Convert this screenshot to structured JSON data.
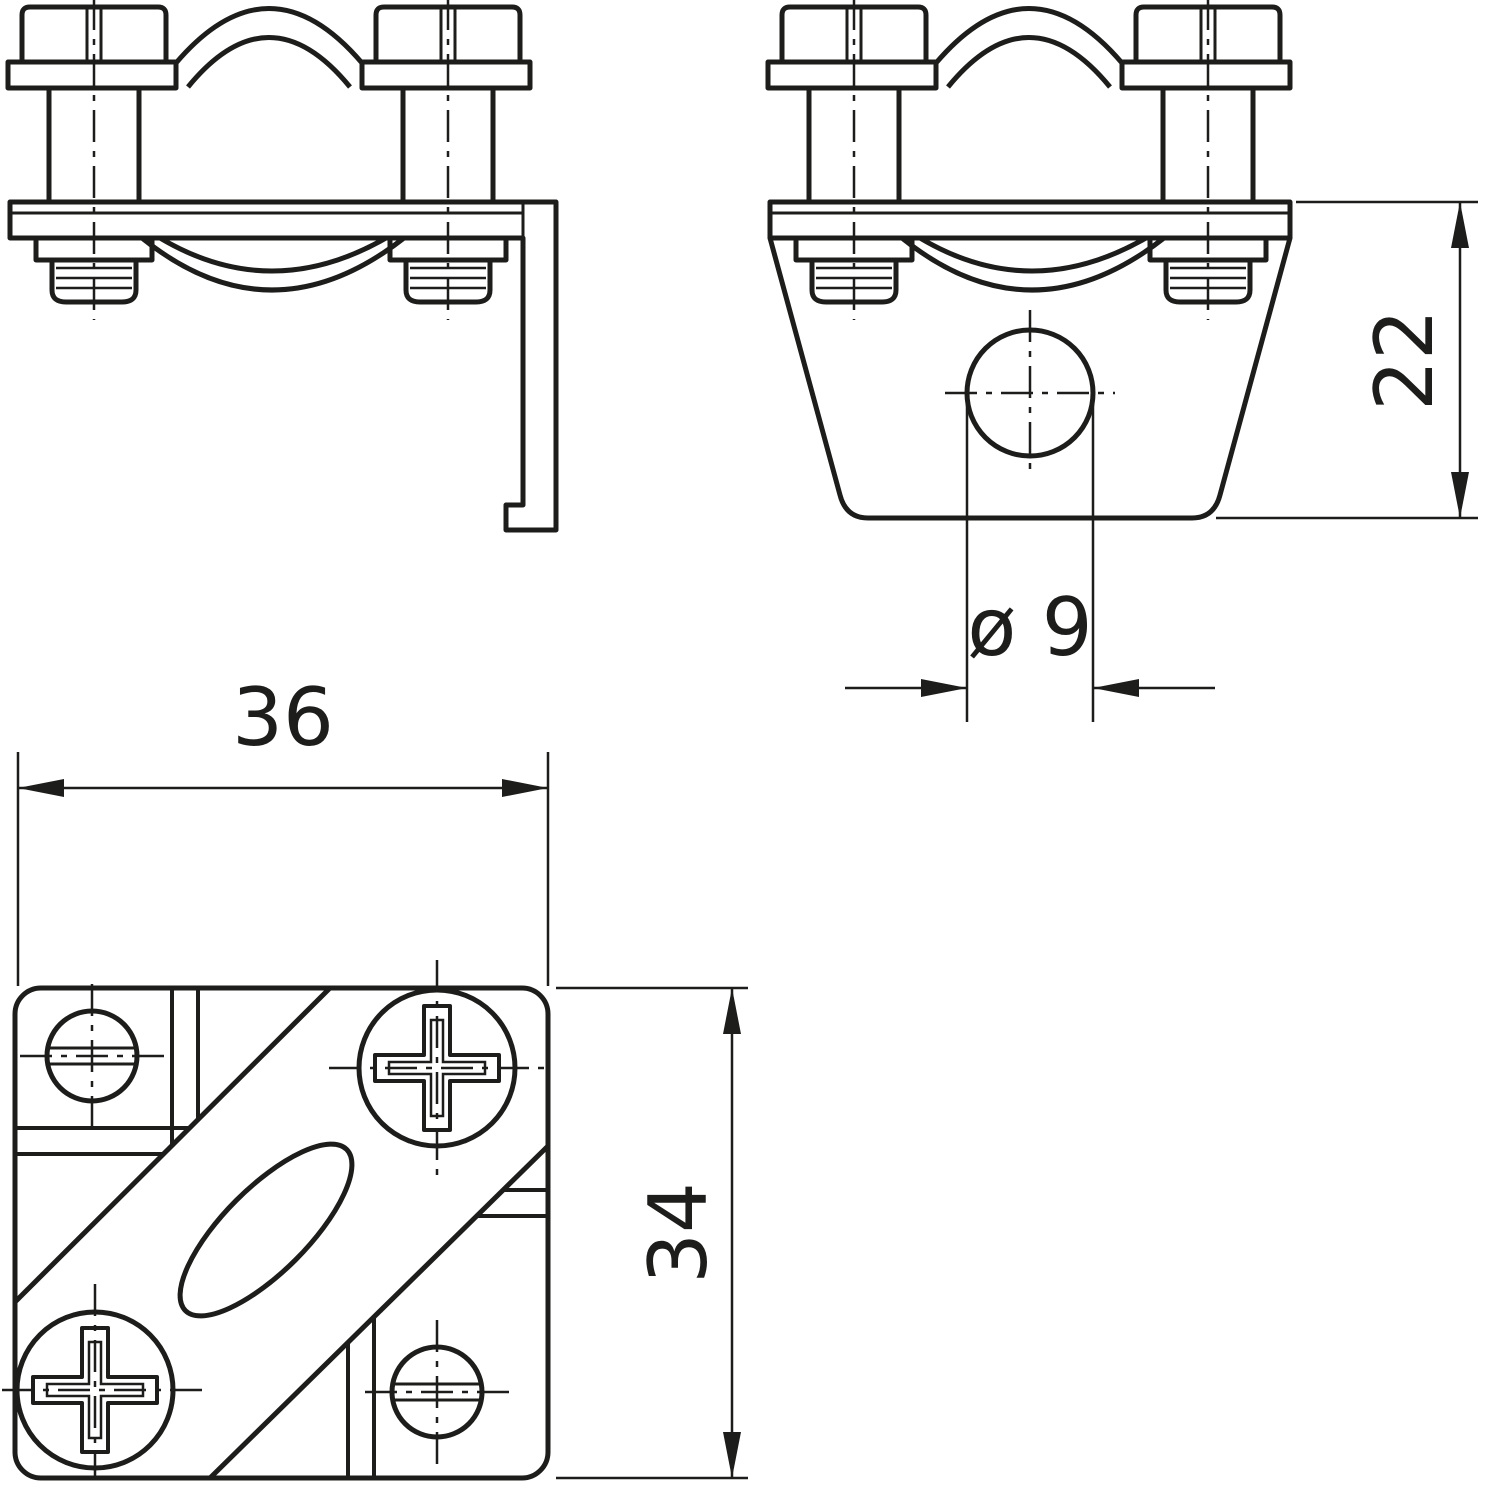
{
  "drawing": {
    "description": "Technical line drawing of an earthing cross-connector clamp shown in three orthographic views with dimensions",
    "dims": {
      "width": "36",
      "depth": "34",
      "body_height": "22",
      "hole": "ø 9"
    },
    "colors": {
      "line": "#1d1d1b",
      "background": "#ffffff"
    }
  }
}
